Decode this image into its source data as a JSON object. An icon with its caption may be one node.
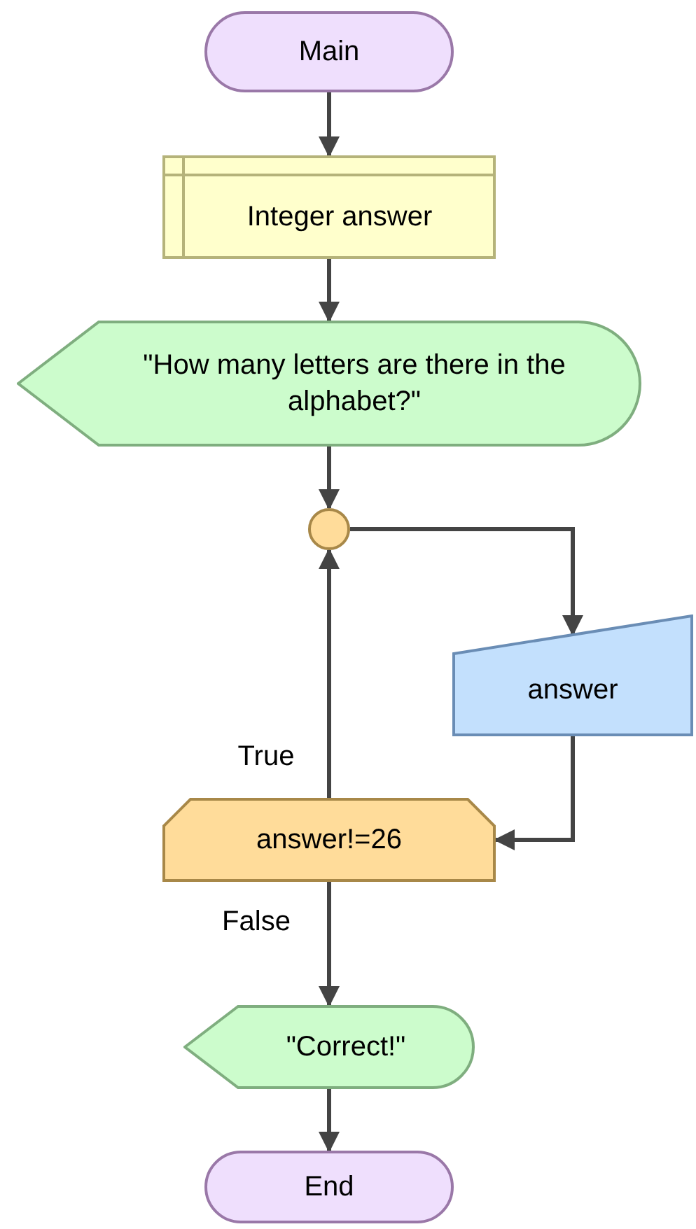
{
  "diagram": {
    "nodes": [
      {
        "text": [
          "Main"
        ]
      },
      {
        "text": [
          "Integer answer"
        ]
      },
      {
        "text": [
          "\"How many letters are there in the alphabet?\""
        ]
      },
      {
        "text": [],
        "shape": "circle"
      },
      {
        "text": [
          "answer"
        ]
      },
      {
        "text": [
          "answer!=26"
        ]
      },
      {
        "text": [
          "\"Correct!\""
        ]
      },
      {
        "text": [
          "End"
        ]
      }
    ],
    "edges": [
      {
        "from": 0,
        "to": 1,
        "arrow": "to"
      },
      {
        "from": 1,
        "to": 2,
        "arrow": "to"
      },
      {
        "from": 2,
        "to": 3,
        "arrow": "to"
      },
      {
        "from": 3,
        "to": 4,
        "arrow": "to"
      },
      {
        "from": 4,
        "to": 5,
        "arrow": "to"
      },
      {
        "from": 5,
        "to": 3,
        "arrow": "to",
        "label": "True"
      },
      {
        "from": 5,
        "to": 6,
        "arrow": "to",
        "label": "False"
      },
      {
        "from": 6,
        "to": 7,
        "arrow": "to"
      }
    ]
  }
}
